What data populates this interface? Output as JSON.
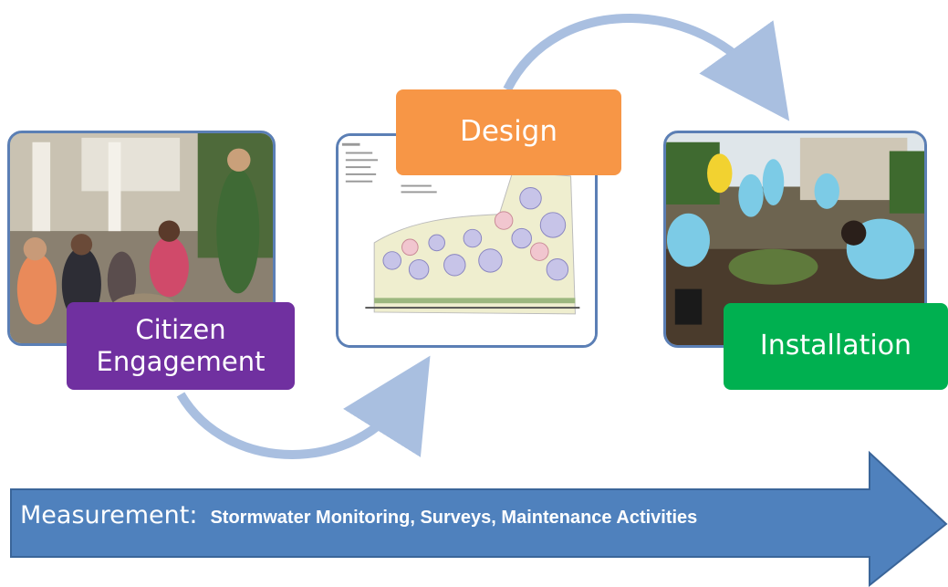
{
  "steps": [
    {
      "label": "Citizen\nEngagement",
      "color": "#7030a0"
    },
    {
      "label": "Design",
      "color": "#f79646"
    },
    {
      "label": "Installation",
      "color": "#00b050"
    }
  ],
  "banner": {
    "lead": "Measurement:",
    "detail": "Stormwater Monitoring, Surveys, Maintenance Activities",
    "color": "#4f81bd"
  },
  "flow_arrow_color": "#a9bfe0",
  "photo_border_color": "#5b7fb5"
}
